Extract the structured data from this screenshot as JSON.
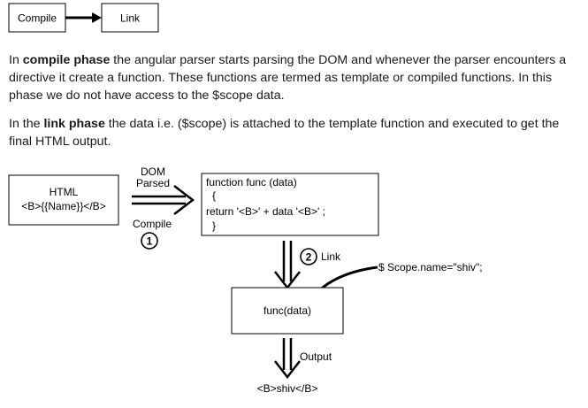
{
  "top_flow": {
    "compile_label": "Compile",
    "link_label": "Link"
  },
  "paragraphs": {
    "compile": {
      "intro": "In ",
      "term": "compile phase",
      "rest": " the angular parser starts parsing the DOM and whenever the parser encounters a directive it create a function. These functions are termed as template or compiled functions. In this phase we do not have access to the $scope data."
    },
    "link": {
      "intro": "In the ",
      "term": "link phase",
      "rest": " the data i.e. ($scope) is attached to the template function and executed to get the final HTML output."
    }
  },
  "diagram": {
    "html_box": {
      "line1": "HTML",
      "line2": "<B>{{Name}}</B>"
    },
    "dom_parsed": {
      "line1": "DOM",
      "line2": "Parsed"
    },
    "compile_step": {
      "label": "Compile",
      "number": "1"
    },
    "function_box": {
      "line1": "function func (data)",
      "line2": "{",
      "line3": "return '<B>' + data '<B>' ;",
      "line4": "}"
    },
    "link_step": {
      "number": "2",
      "label": "Link"
    },
    "scope_label": "$ Scope.name=\"shiv\";",
    "func_box_label": "func(data)",
    "output_label": "Output",
    "result_label": "<B>shiv</B>"
  }
}
